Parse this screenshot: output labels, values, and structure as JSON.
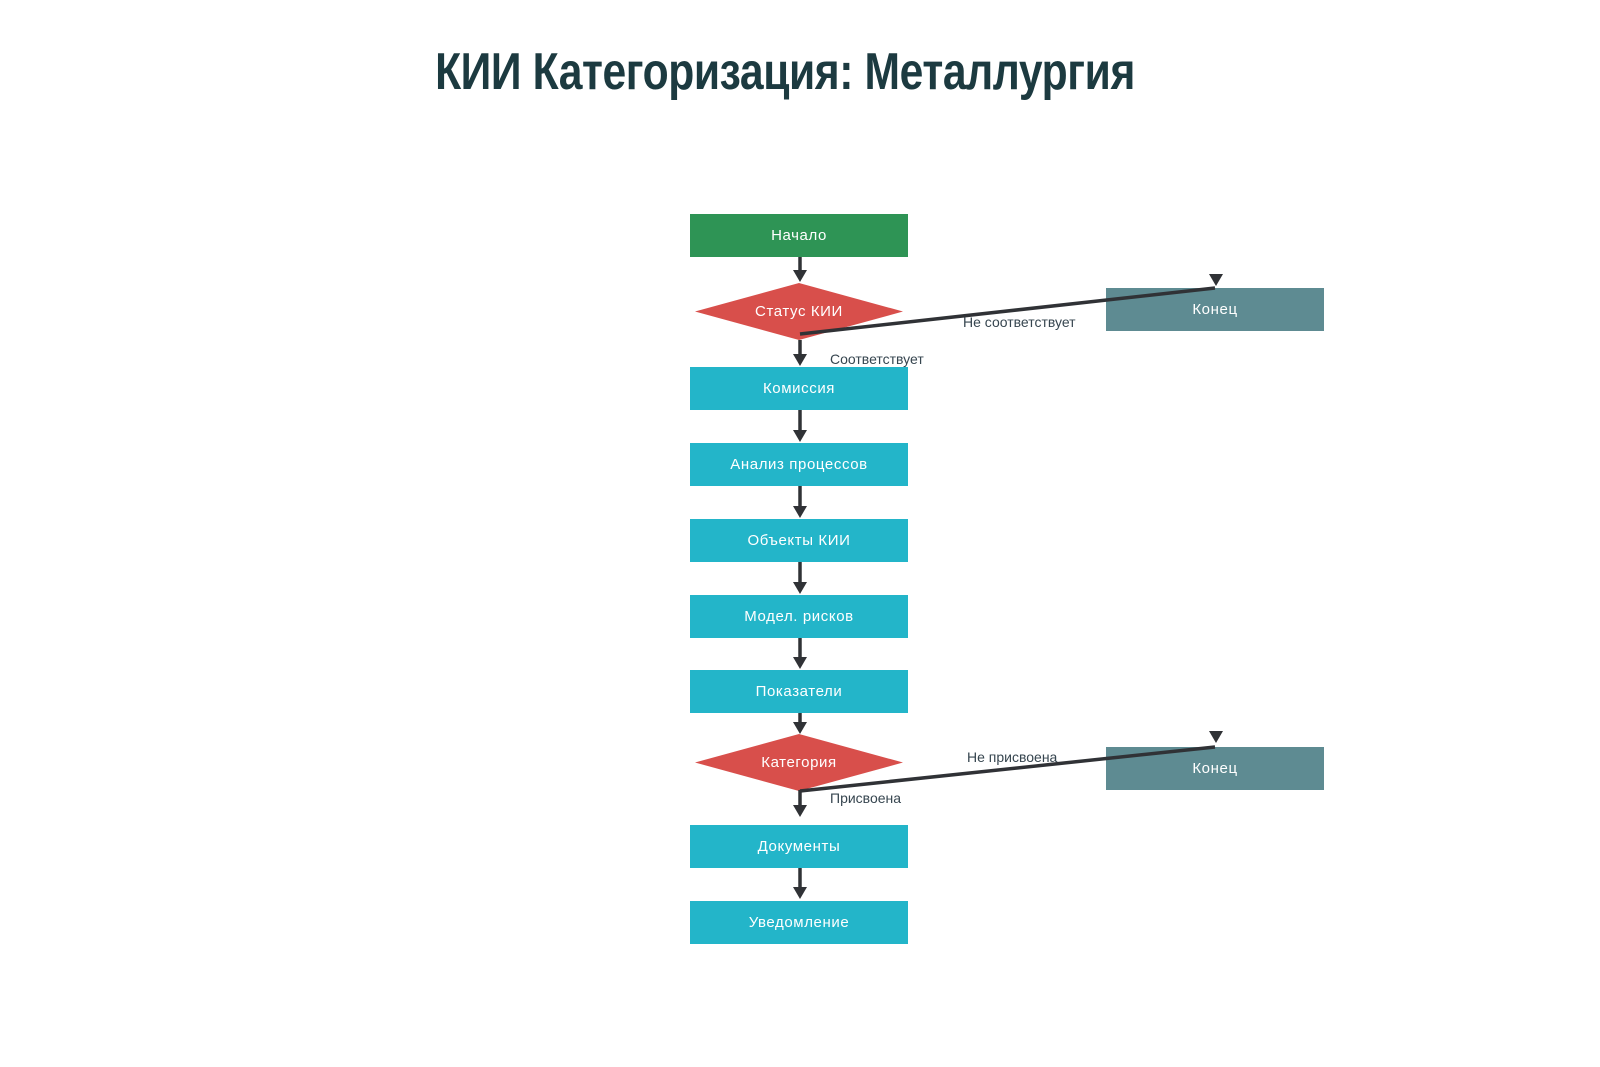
{
  "title": "КИИ Категоризация: Металлургия",
  "colors": {
    "background": "#ffffff",
    "title": "#1c3a40",
    "start_fill": "#2e9455",
    "process_fill": "#23b5c9",
    "decision_fill": "#d84f4b",
    "end_fill": "#5e8b92",
    "node_text": "#ffffff",
    "edge_stroke": "#303236",
    "edge_label_text": "#36454f"
  },
  "nodes": [
    {
      "id": "start",
      "type": "start",
      "label": "Начало"
    },
    {
      "id": "status-kii",
      "type": "decision",
      "label": "Статус КИИ"
    },
    {
      "id": "komissiya",
      "type": "process",
      "label": "Комиссия"
    },
    {
      "id": "analiz-processov",
      "type": "process",
      "label": "Анализ процессов"
    },
    {
      "id": "obekty-kii",
      "type": "process",
      "label": "Объекты КИИ"
    },
    {
      "id": "model-riskov",
      "type": "process",
      "label": "Модел. рисков"
    },
    {
      "id": "pokazateli",
      "type": "process",
      "label": "Показатели"
    },
    {
      "id": "kategoriya",
      "type": "decision",
      "label": "Категория"
    },
    {
      "id": "dokumenty",
      "type": "process",
      "label": "Документы"
    },
    {
      "id": "uvedomlenie",
      "type": "process",
      "label": "Уведомление"
    },
    {
      "id": "konec-1",
      "type": "end",
      "label": "Конец"
    },
    {
      "id": "konec-2",
      "type": "end",
      "label": "Конец"
    }
  ],
  "edges": [
    {
      "from": "Начало",
      "to": "Статус КИИ",
      "label": ""
    },
    {
      "from": "Статус КИИ",
      "to": "Конец",
      "label": "Не соответствует"
    },
    {
      "from": "Статус КИИ",
      "to": "Комиссия",
      "label": "Соответствует"
    },
    {
      "from": "Комиссия",
      "to": "Анализ процессов",
      "label": ""
    },
    {
      "from": "Анализ процессов",
      "to": "Объекты КИИ",
      "label": ""
    },
    {
      "from": "Объекты КИИ",
      "to": "Модел. рисков",
      "label": ""
    },
    {
      "from": "Модел. рисков",
      "to": "Показатели",
      "label": ""
    },
    {
      "from": "Показатели",
      "to": "Категория",
      "label": ""
    },
    {
      "from": "Категория",
      "to": "Конец",
      "label": "Не присвоена"
    },
    {
      "from": "Категория",
      "to": "Документы",
      "label": "Присвоена"
    },
    {
      "from": "Документы",
      "to": "Уведомление",
      "label": ""
    }
  ]
}
